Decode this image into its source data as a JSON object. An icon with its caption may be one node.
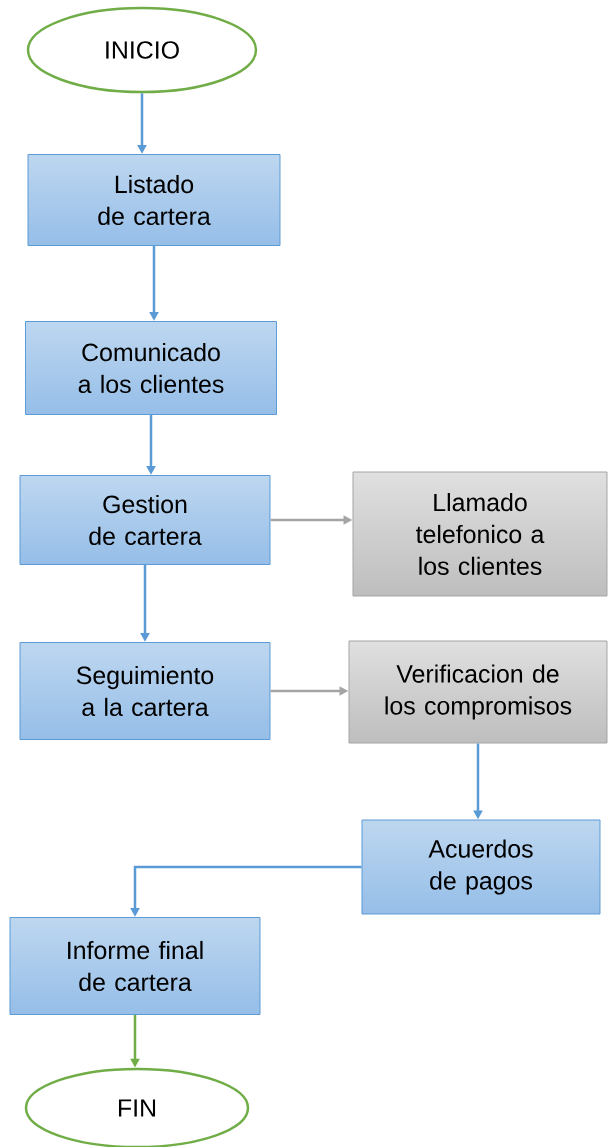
{
  "diagram": {
    "nodes": [
      {
        "text": [
          "INICIO"
        ]
      },
      {
        "text": [
          "Listado de cartera"
        ]
      },
      {
        "text": [
          "Comunicado a los clientes"
        ]
      },
      {
        "text": [
          "Gestion de cartera"
        ]
      },
      {
        "text": [
          "Llamado telefonico a los clientes"
        ]
      },
      {
        "text": [
          "Seguimiento a la cartera"
        ]
      },
      {
        "text": [
          "Verificacion de los compromisos"
        ]
      },
      {
        "text": [
          "Acuerdos de pagos"
        ]
      },
      {
        "text": [
          "Informe final de cartera"
        ]
      },
      {
        "text": [
          "FIN"
        ]
      }
    ],
    "edges": [
      {
        "from": 0,
        "to": 1,
        "arrow": "to"
      },
      {
        "from": 1,
        "to": 2,
        "arrow": "to"
      },
      {
        "from": 2,
        "to": 3,
        "arrow": "to"
      },
      {
        "from": 3,
        "to": 4,
        "arrow": "to",
        "color": "#a5a5a5"
      },
      {
        "from": 3,
        "to": 5,
        "arrow": "to"
      },
      {
        "from": 5,
        "to": 6,
        "arrow": "to",
        "color": "#a5a5a5"
      },
      {
        "from": 6,
        "to": 7,
        "arrow": "to"
      },
      {
        "from": 7,
        "to": 8,
        "arrow": "to"
      },
      {
        "from": 8,
        "to": 9,
        "arrow": "to",
        "color": "#70ad47"
      }
    ]
  }
}
